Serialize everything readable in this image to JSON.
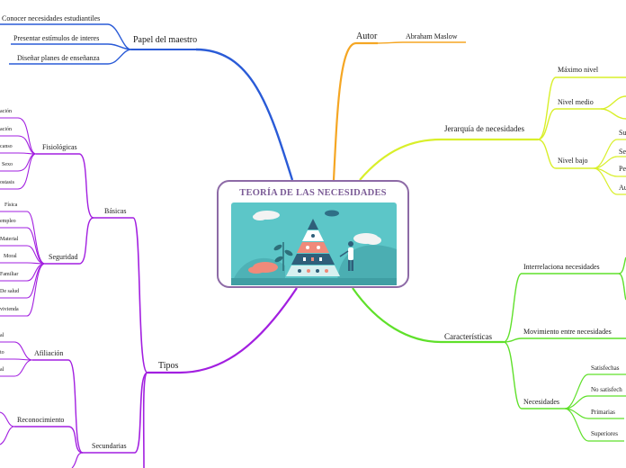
{
  "center": {
    "title": "TEORÍA DE LAS NECESIDADES"
  },
  "autor": {
    "label": "Autor",
    "value": "Abraham Maslow"
  },
  "papel": {
    "label": "Papel del maestro",
    "items": [
      "Conocer necesidades estudiantiles",
      "Presentar estímulos de interes",
      "Diseñar planes de enseñanza"
    ]
  },
  "jerarquia": {
    "label": "Jerarquía de necesidades",
    "levels": [
      "Máximo nivel",
      "Nivel medio",
      "Nivel bajo"
    ],
    "bajo_items": [
      "Su",
      "Se",
      "Pe",
      "Au"
    ]
  },
  "caracteristicas": {
    "label": "Características",
    "items": [
      "Interrelaciona necesidades",
      "Movimiento entre necesidades",
      "Necesidades"
    ],
    "necesidades_items": [
      "Satisfechas",
      "No satisfech",
      "Primarias",
      "Superiores"
    ]
  },
  "tipos": {
    "label": "Tipos",
    "basicas": {
      "label": "Básicas",
      "fisiologicas": {
        "label": "Fisiológicas",
        "items": [
          "ación",
          "ación",
          "canso",
          "Sexo",
          "ostasis"
        ]
      },
      "seguridad": {
        "label": "Seguridad",
        "items": [
          "Física",
          "empleo",
          "Material",
          "Moral",
          "Familiar",
          "De salud",
          "vivienda"
        ]
      }
    },
    "secundarias": {
      "label": "Secundarias",
      "afiliacion": {
        "label": "Afiliación",
        "items": [
          "al",
          "to",
          "al"
        ]
      },
      "reconocimiento": {
        "label": "Reconocimiento"
      }
    }
  },
  "colors": {
    "blue": "#2a5bd7",
    "orange": "#f5a623",
    "yellow": "#d9ef2a",
    "green": "#5fe02a",
    "purple": "#a21fe0",
    "frame": "#8d6aa6",
    "illustration_bg": "#5cc6c8"
  }
}
